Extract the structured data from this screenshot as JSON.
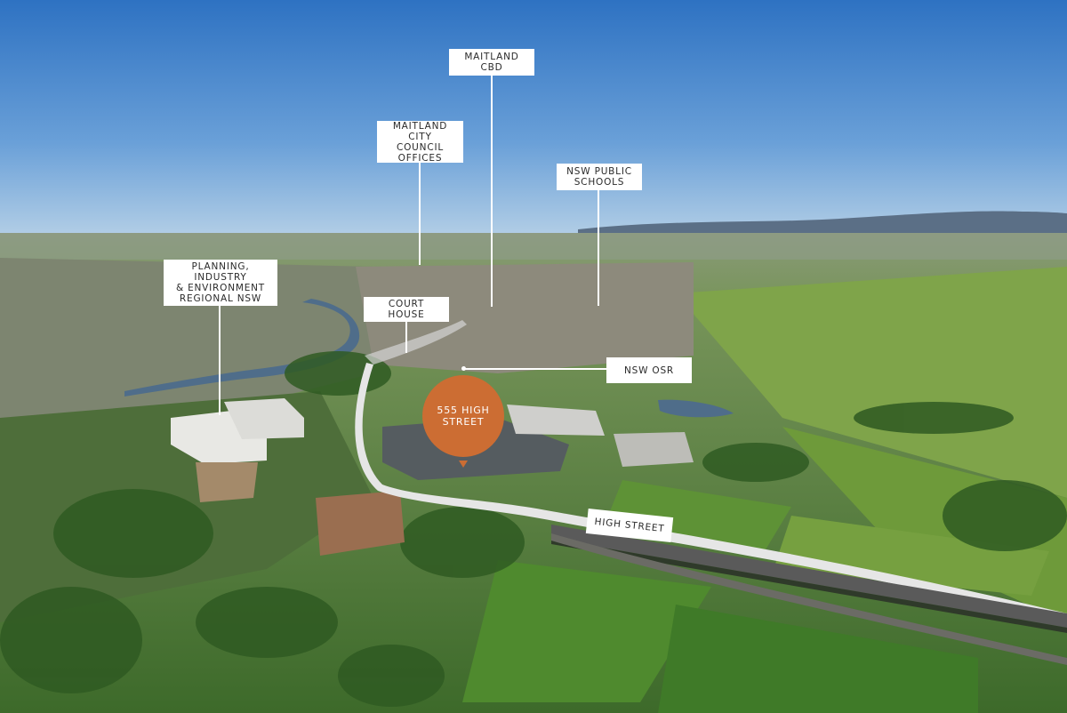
{
  "labels": {
    "maitland_cbd": "MAITLAND CBD",
    "council": "MAITLAND\nCITY COUNCIL\nOFFICES",
    "schools": "NSW PUBLIC\nSCHOOLS",
    "planning": "PLANNING, INDUSTRY\n& ENVIRONMENT\nREGIONAL NSW",
    "court_house": "COURT HOUSE",
    "nsw_osr": "NSW OSR",
    "high_street": "HIGH STREET"
  },
  "marker": {
    "text": "555 HIGH\nSTREET",
    "color": "#cc6d33"
  },
  "colors": {
    "sky_top": "#2f74c4",
    "sky_horizon": "#a9c8e6",
    "field": "#6f9a3c",
    "river": "#4f6d8a"
  }
}
